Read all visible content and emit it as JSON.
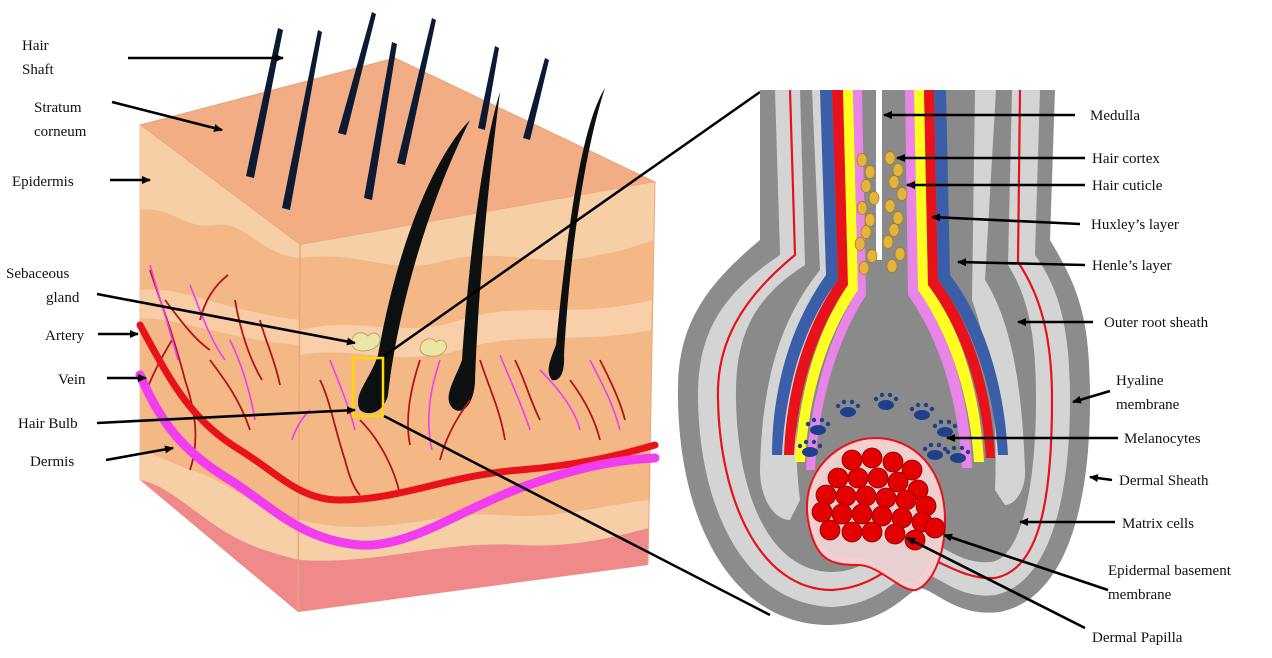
{
  "left_labels": {
    "hair_shaft_1": "Hair",
    "hair_shaft_2": "Shaft",
    "stratum_1": "Stratum",
    "stratum_2": "corneum",
    "epidermis": "Epidermis",
    "sebaceous_1": "Sebaceous",
    "sebaceous_2": "gland",
    "artery": "Artery",
    "vein": "Vein",
    "hair_bulb": "Hair Bulb",
    "dermis": "Dermis"
  },
  "right_labels": {
    "medulla": "Medulla",
    "hair_cortex": "Hair cortex",
    "hair_cuticle": "Hair cuticle",
    "huxley": "Huxley’s layer",
    "henle": "Henle’s layer",
    "outer_root": "Outer root sheath",
    "hyaline_1": "Hyaline",
    "hyaline_2": "membrane",
    "melanocytes": "Melanocytes",
    "dermal_sheath": "Dermal Sheath",
    "matrix": "Matrix cells",
    "epidermal_bm_1": "Epidermal basement",
    "epidermal_bm_2": "membrane",
    "dermal_papilla": "Dermal Papilla"
  },
  "colors": {
    "skin_top": "#f2ad85",
    "epidermis": "#f6caa0",
    "dermis": "#f4b886",
    "deep": "#f08a8a",
    "hair": "#0d1a33",
    "artery": "#e8121b",
    "vein": "#f13df0",
    "sheath_grey": "#8c8c8c",
    "light_grey": "#d4d4d4",
    "dark_grey": "#7a7a7a",
    "blue_layer": "#3b5ea8",
    "yellow_layer": "#ffff22",
    "pink_layer": "#e985e8",
    "cortex_cells": "#e5b43a",
    "papilla_red": "#e50000",
    "melanocyte": "#1f3f8c",
    "sebaceous": "#ece6a6",
    "bulb_box": "#ffd800"
  }
}
